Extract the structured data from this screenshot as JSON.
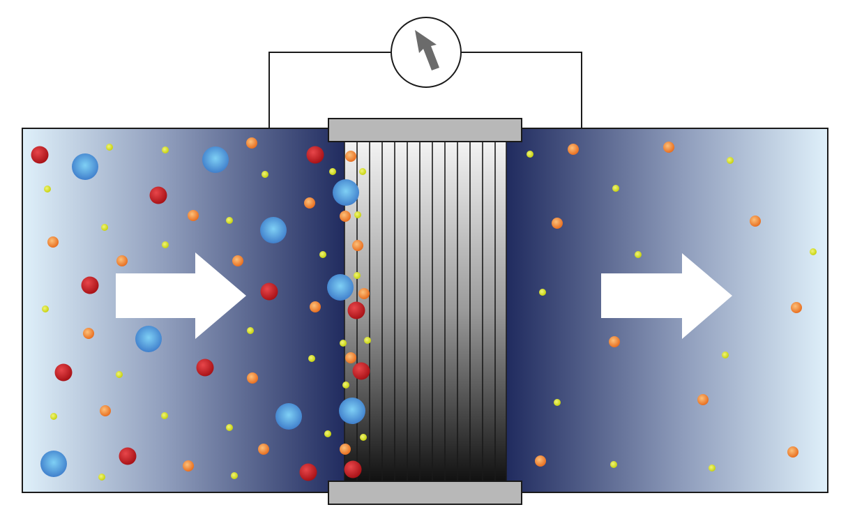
{
  "colors": {
    "background": "#ffffff",
    "channel_light": "#dff0fa",
    "channel_dark": "#1f2a5e",
    "outline": "#1a1a1a",
    "plate": "#b8b8b8",
    "meter_arrow": "#6b6b6b",
    "particle_red": "#c4161c",
    "particle_blue": "#3f86cf",
    "particle_orange": "#ef7e2f",
    "particle_yellow": "#d7e11a",
    "flow_arrow": "#ffffff"
  },
  "icons": {
    "meter": "gauge-arrow-icon",
    "flow": "right-arrow-icon"
  },
  "particle_types": [
    "large-red",
    "large-blue",
    "medium-orange",
    "small-yellow"
  ]
}
